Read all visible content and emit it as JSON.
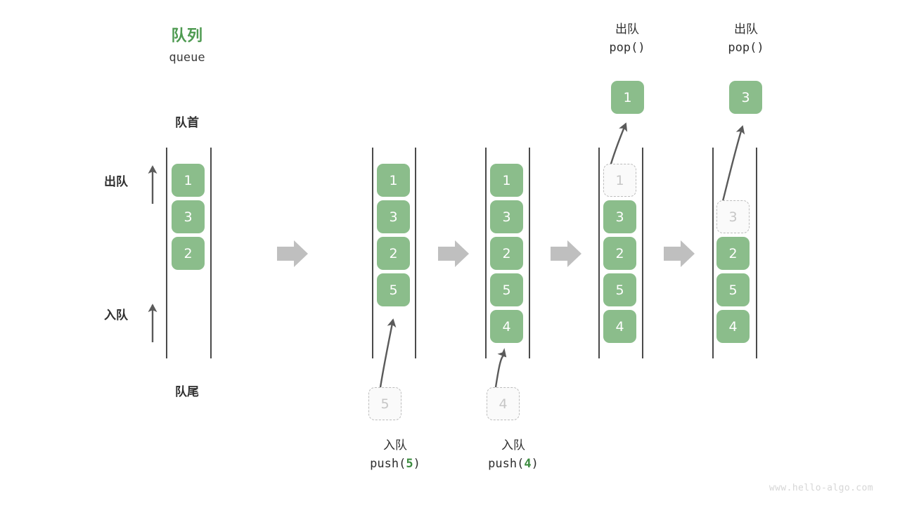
{
  "diagram": {
    "title_cn": "队列",
    "title_en": "queue",
    "front_label": "队首",
    "rear_label": "队尾",
    "dequeue_label": "出队",
    "enqueue_label": "入队",
    "colors": {
      "accent_green": "#4e9a51",
      "box_green": "#8bbd8b",
      "ghost_border": "#bcbcbc",
      "ghost_fill": "#fafafa",
      "ghost_text": "#c6c6c6",
      "rail": "#4a4a4a",
      "arrow_gray": "#bfbfbf",
      "curve_arrow": "#5a5a5a",
      "text_dark": "#2f2f2f",
      "watermark": "#d6d6d6"
    },
    "watermark": "www.hello-algo.com"
  },
  "columns": [
    {
      "id": "initial",
      "caption_cn": "",
      "caption_fn_prefix": "",
      "caption_fn_arg": "",
      "caption_fn_suffix": "",
      "boxes": [
        {
          "value": "1",
          "state": "solid"
        },
        {
          "value": "3",
          "state": "solid"
        },
        {
          "value": "2",
          "state": "solid"
        }
      ]
    },
    {
      "id": "push-5",
      "caption_cn": "入队",
      "caption_fn_prefix": "push(",
      "caption_fn_arg": "5",
      "caption_fn_suffix": ")",
      "incoming_value": "5",
      "boxes": [
        {
          "value": "1",
          "state": "solid"
        },
        {
          "value": "3",
          "state": "solid"
        },
        {
          "value": "2",
          "state": "solid"
        },
        {
          "value": "5",
          "state": "solid"
        }
      ]
    },
    {
      "id": "push-4",
      "caption_cn": "入队",
      "caption_fn_prefix": "push(",
      "caption_fn_arg": "4",
      "caption_fn_suffix": ")",
      "incoming_value": "4",
      "boxes": [
        {
          "value": "1",
          "state": "solid"
        },
        {
          "value": "3",
          "state": "solid"
        },
        {
          "value": "2",
          "state": "solid"
        },
        {
          "value": "5",
          "state": "solid"
        },
        {
          "value": "4",
          "state": "solid"
        }
      ]
    },
    {
      "id": "pop-1",
      "caption_cn": "出队",
      "caption_fn_prefix": "pop(",
      "caption_fn_arg": "",
      "caption_fn_suffix": ")",
      "popped_value": "1",
      "boxes": [
        {
          "value": "1",
          "state": "ghost"
        },
        {
          "value": "3",
          "state": "solid"
        },
        {
          "value": "2",
          "state": "solid"
        },
        {
          "value": "5",
          "state": "solid"
        },
        {
          "value": "4",
          "state": "solid"
        }
      ]
    },
    {
      "id": "pop-3",
      "caption_cn": "出队",
      "caption_fn_prefix": "pop(",
      "caption_fn_arg": "",
      "caption_fn_suffix": ")",
      "popped_value": "3",
      "boxes": [
        {
          "value": "",
          "state": "empty"
        },
        {
          "value": "3",
          "state": "ghost"
        },
        {
          "value": "2",
          "state": "solid"
        },
        {
          "value": "5",
          "state": "solid"
        },
        {
          "value": "4",
          "state": "solid"
        }
      ]
    }
  ]
}
